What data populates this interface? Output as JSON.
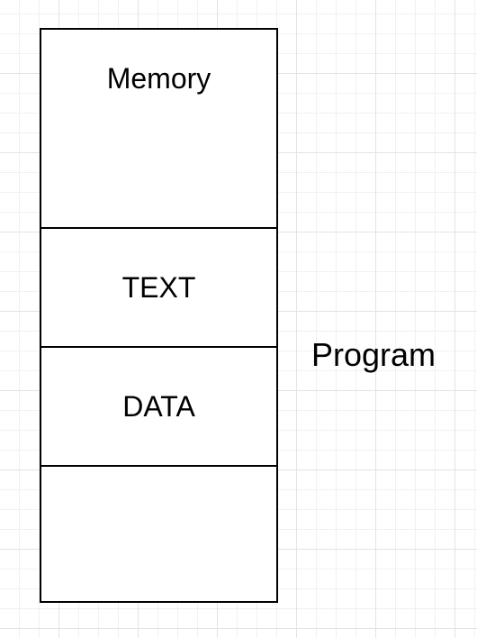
{
  "diagram": {
    "memory_label": "Memory",
    "segments": [
      {
        "label": "TEXT"
      },
      {
        "label": "DATA"
      },
      {
        "label": ""
      }
    ],
    "side_label": "Program"
  }
}
